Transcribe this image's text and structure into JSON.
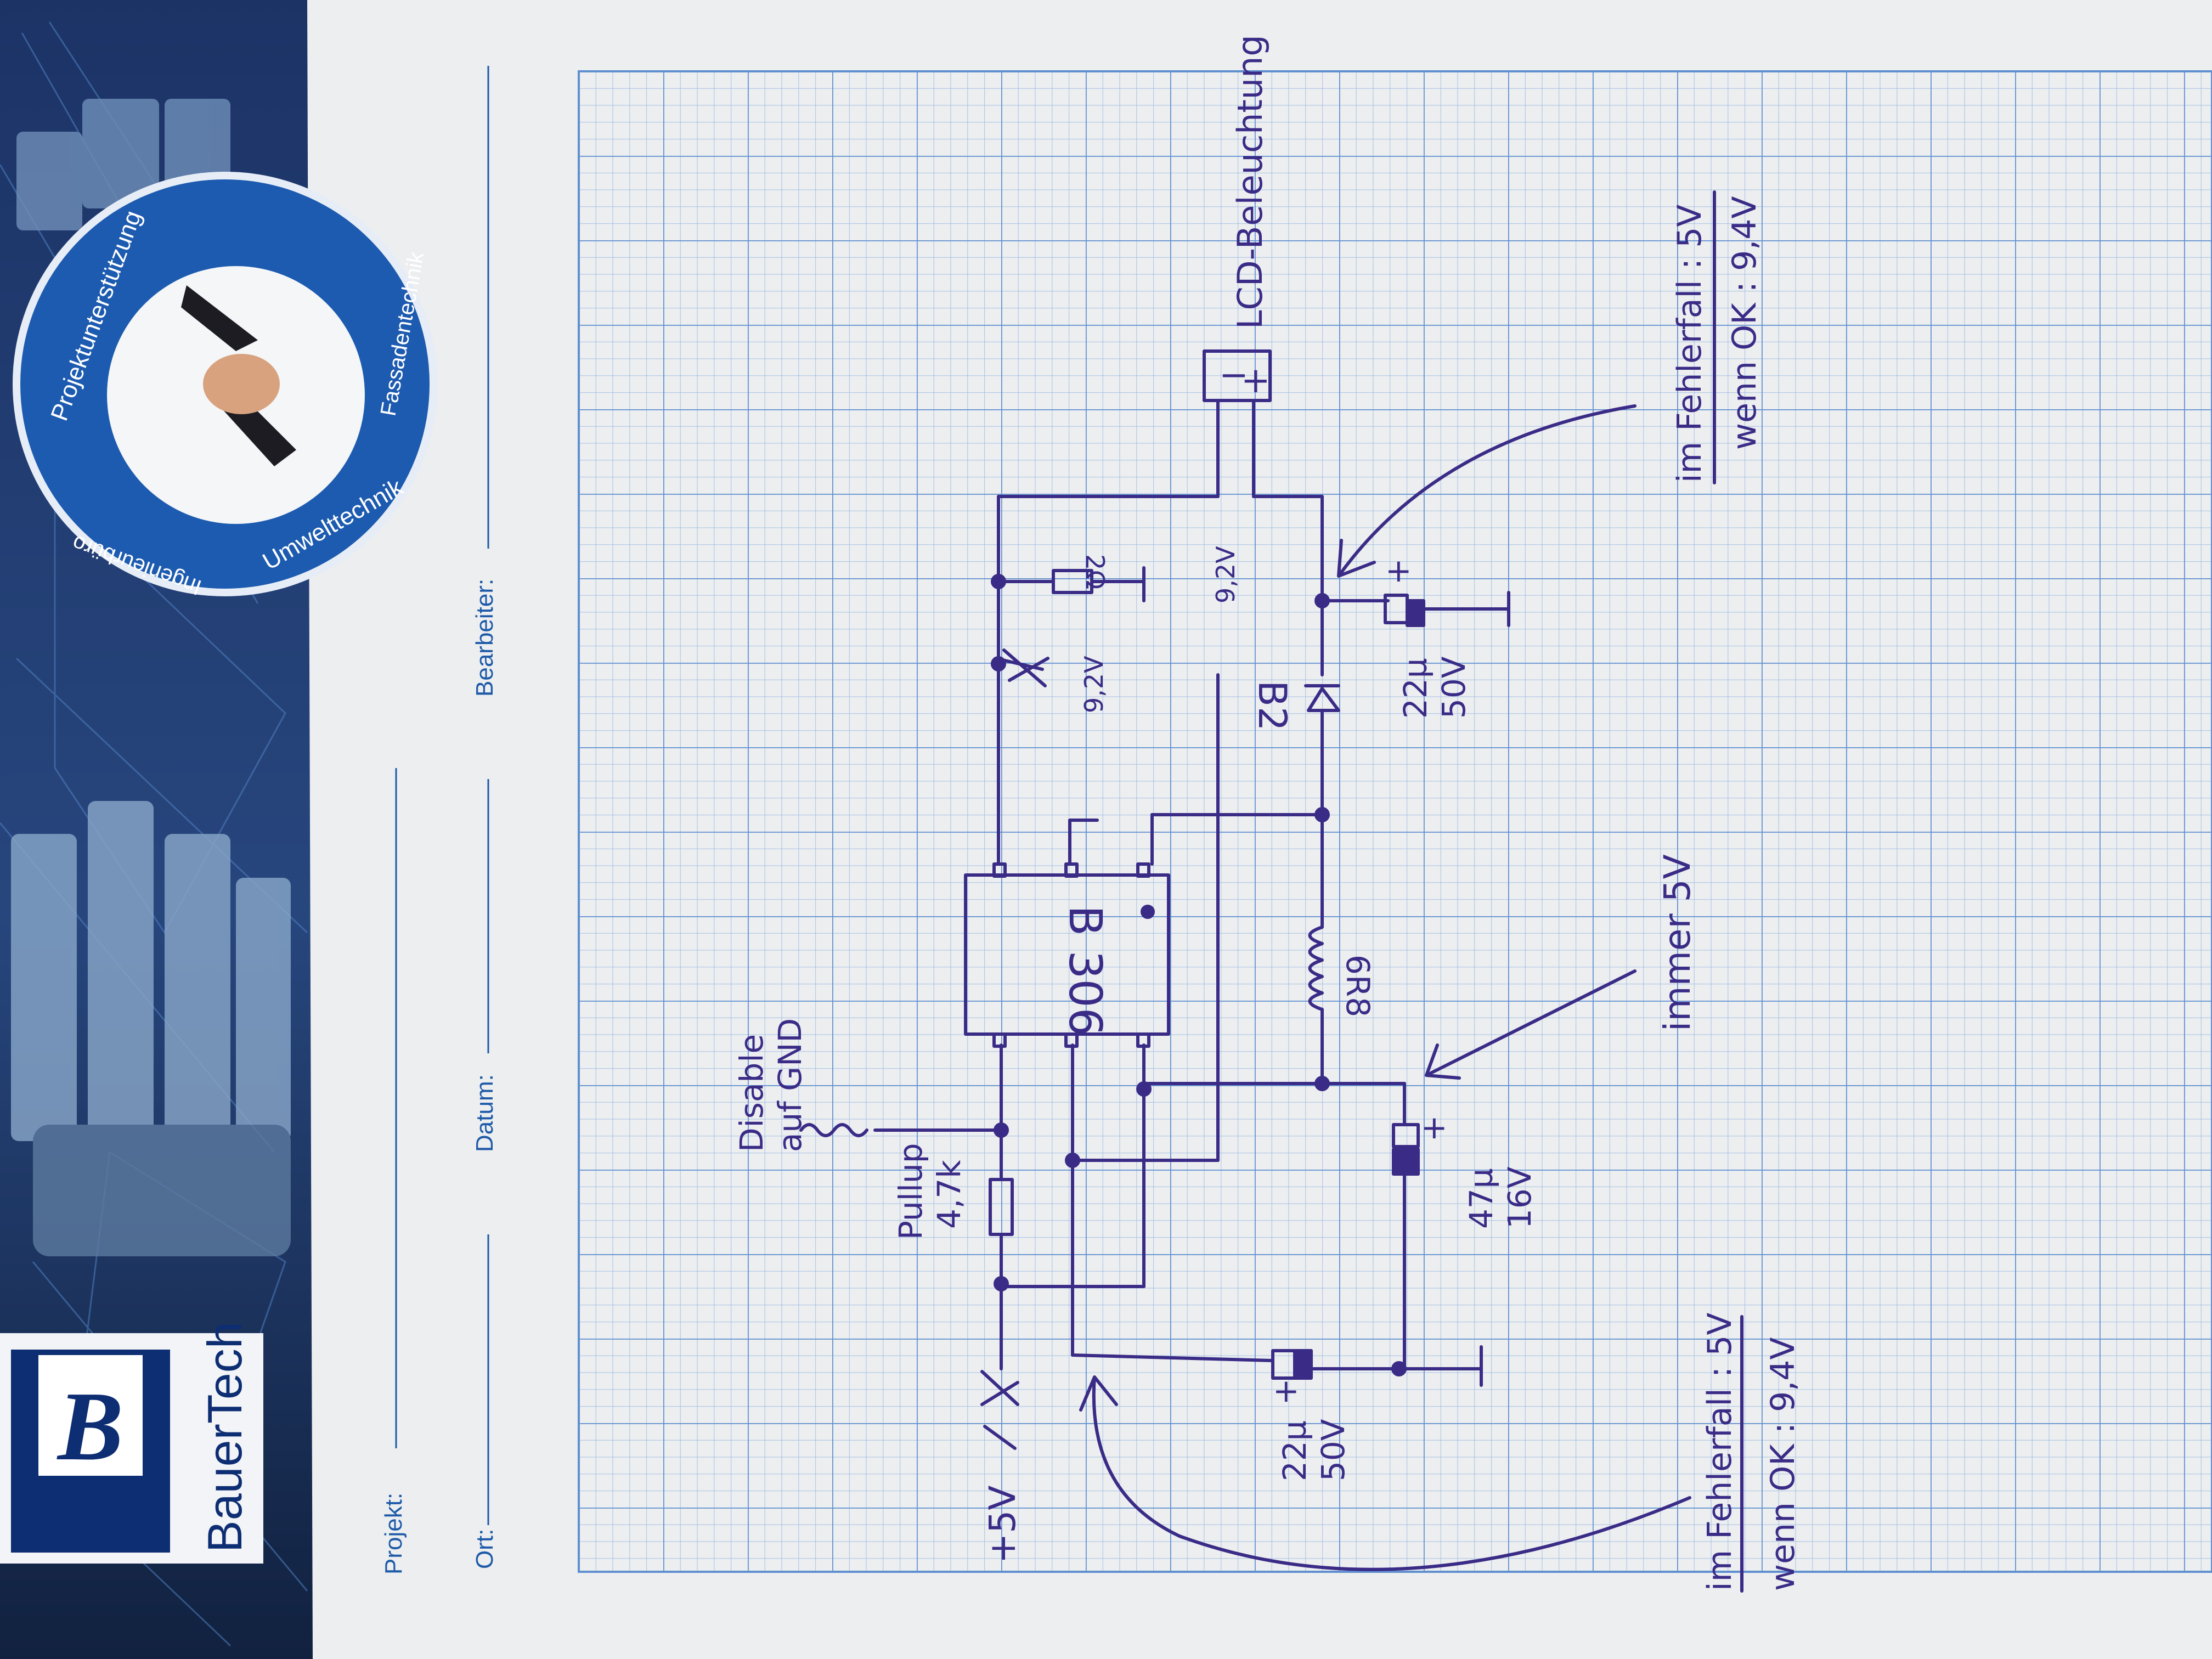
{
  "brand": {
    "company": "BauerTech",
    "logo_letter": "B",
    "seal": {
      "top_text": "Projektunterstützung",
      "left_text": "Ingenieurbüro",
      "bottom_text": "Umwelttechnik",
      "right_text": "Fassadentechnik"
    }
  },
  "form": {
    "fields": {
      "projekt": "Projekt:",
      "ort": "Ort:",
      "datum": "Datum:",
      "bearbeiter": "Bearbeiter:"
    }
  },
  "schematic": {
    "ic_label": "B 306",
    "inductor_label": "6R8",
    "diode_label": "B2",
    "input_label": "+5V",
    "pullup": {
      "line1": "Pullup",
      "line2": "4,7k"
    },
    "disable": {
      "line1": "Disable",
      "line2": "auf GND"
    },
    "cap_in": {
      "line1": "22µ",
      "line2": "50V"
    },
    "cap_mid": {
      "line1": "47µ",
      "line2": "16V"
    },
    "cap_out": {
      "line1": "22µ",
      "line2": "50V"
    },
    "zener_label": "9,2V",
    "resistor_label": "2Ω",
    "voltage_label": "9,2V",
    "lcd_label": "LCD-Beleuchtung",
    "connector_minus": "−",
    "connector_plus": "+",
    "polarity_plus": "+",
    "note_always": "immer 5V",
    "note_fault_right": {
      "line1": "im Fehlerfall : 5V",
      "line2": "wenn OK : 9,4V"
    },
    "note_fault_left": {
      "line1": "im Fehlerfall : 5V",
      "line2": "wenn OK : 9,4V"
    }
  },
  "colors": {
    "paper": "#e9ecef",
    "grid": "#7fa6d6",
    "ink": "#3a2b86",
    "form_blue": "#1e5aa8",
    "banner_dark": "#1b2f5c"
  }
}
